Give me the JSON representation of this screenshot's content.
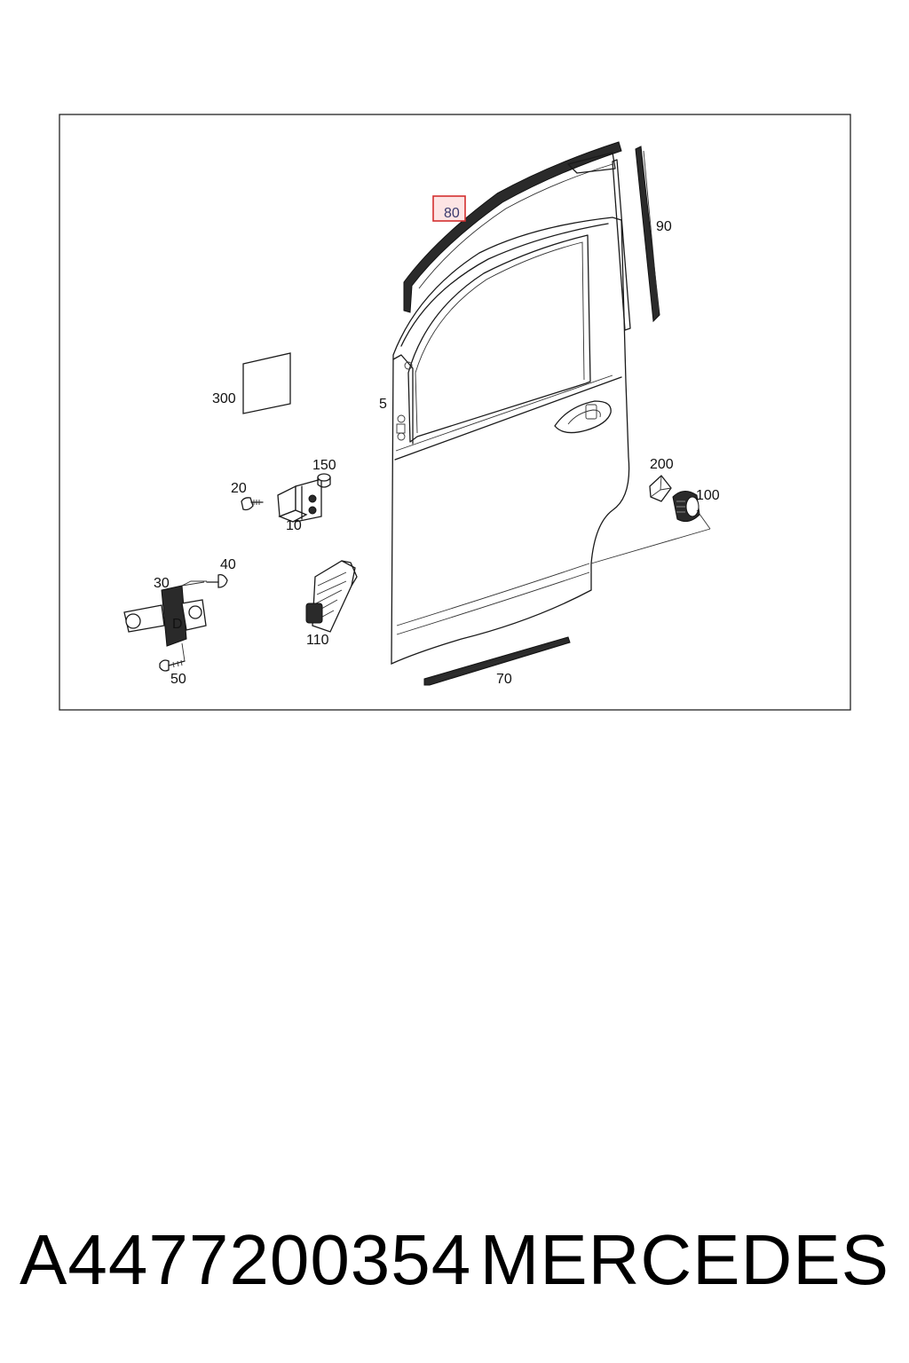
{
  "diagram": {
    "highlight_color": "#d32f2f",
    "highlight_fill": "#fde4e4",
    "callouts": {
      "c80": "80",
      "c90": "90",
      "c300": "300",
      "c5": "5",
      "c150": "150",
      "c20": "20",
      "c10": "10",
      "c200": "200",
      "c100": "100",
      "c40": "40",
      "c30": "30",
      "c110": "110",
      "c50": "50",
      "c70": "70"
    },
    "highlighted_callout": "80"
  },
  "caption": {
    "part_number": "A4477200354",
    "brand": "MERCEDES"
  }
}
